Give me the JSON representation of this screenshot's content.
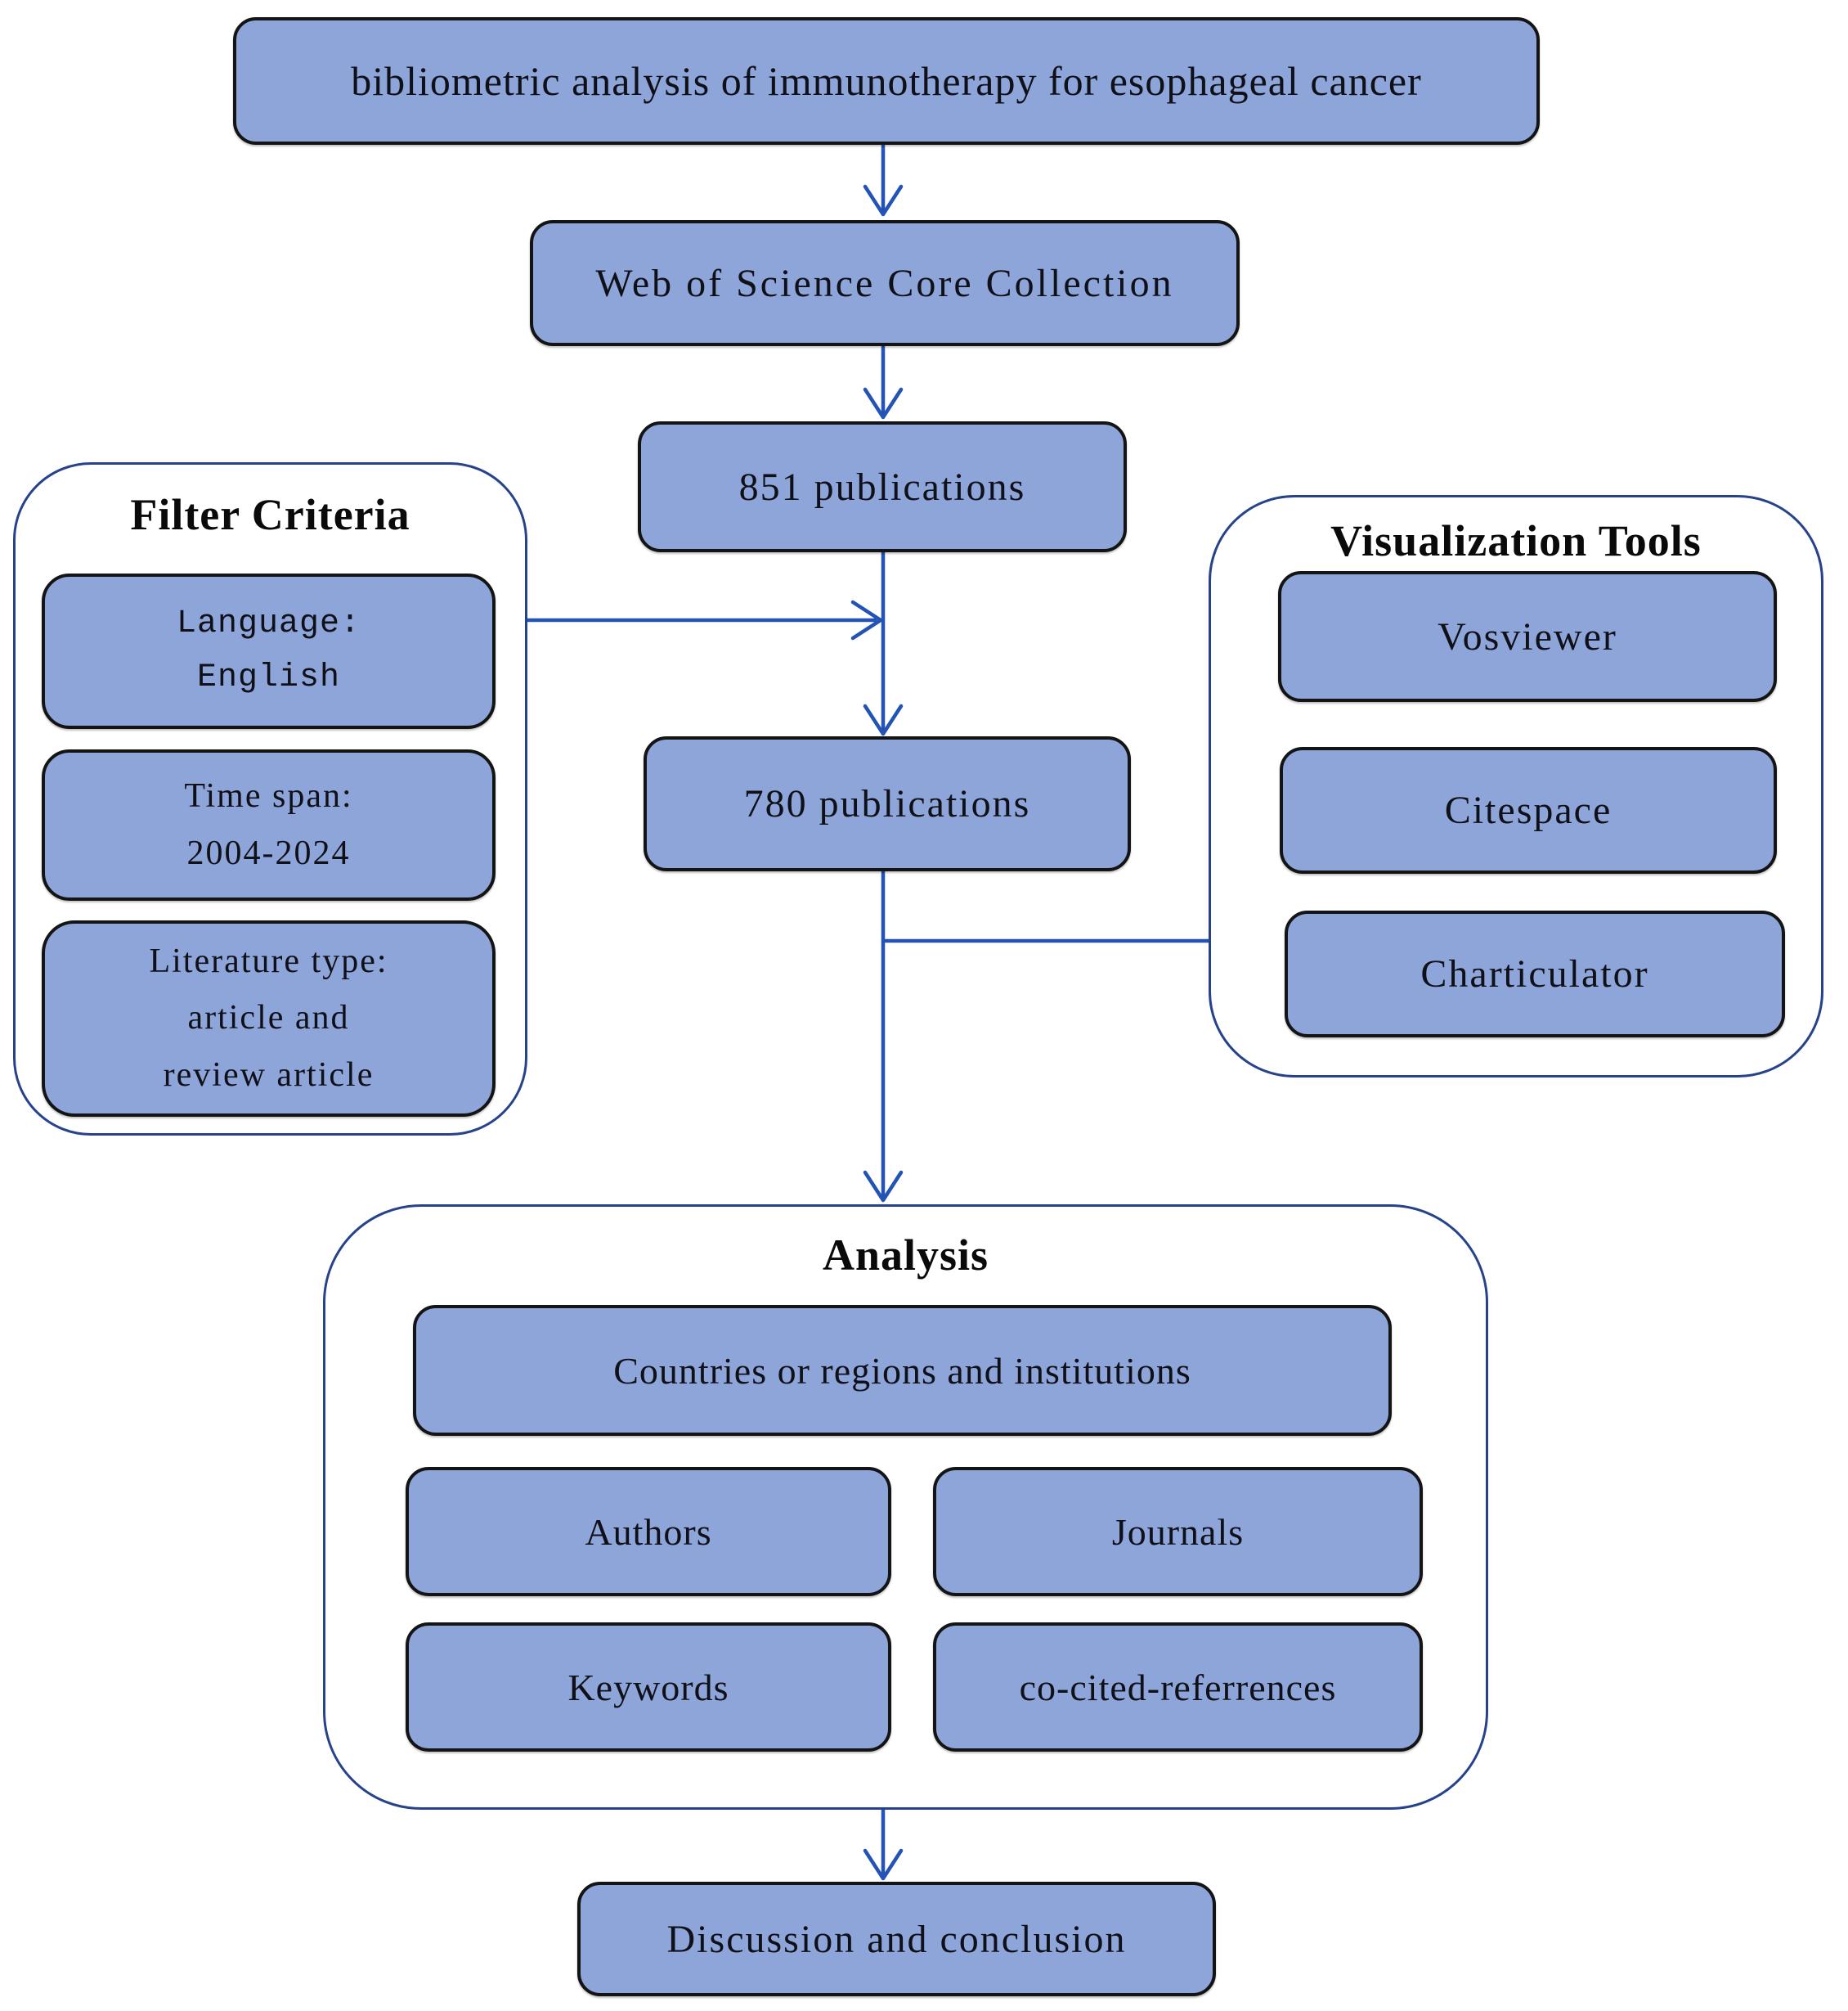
{
  "nodes": {
    "title": "bibliometric analysis of immunotherapy for esophageal cancer",
    "wos": "Web of Science Core Collection",
    "pub851": "851 publications",
    "pub780": "780 publications",
    "discussion": "Discussion and conclusion"
  },
  "filter": {
    "title": "Filter Criteria",
    "language_line1": "Language:",
    "language_line2": "English",
    "timespan_line1": "Time span:",
    "timespan_line2": "2004-2024",
    "littype_line1": "Literature type:",
    "littype_line2": "article and",
    "littype_line3": "review article"
  },
  "visualization": {
    "title": "Visualization Tools",
    "items": [
      "Vosviewer",
      "Citespace",
      "Charticulator"
    ]
  },
  "analysis": {
    "title": "Analysis",
    "countries": "Countries or regions and institutions",
    "authors": "Authors",
    "journals": "Journals",
    "keywords": "Keywords",
    "cocited": "co-cited-referrences"
  },
  "colors": {
    "node_fill": "#8EA5D9",
    "node_border": "#141414",
    "container_border": "#26428b",
    "arrow": "#2353b5",
    "text": "#101018",
    "background": "#ffffff"
  }
}
